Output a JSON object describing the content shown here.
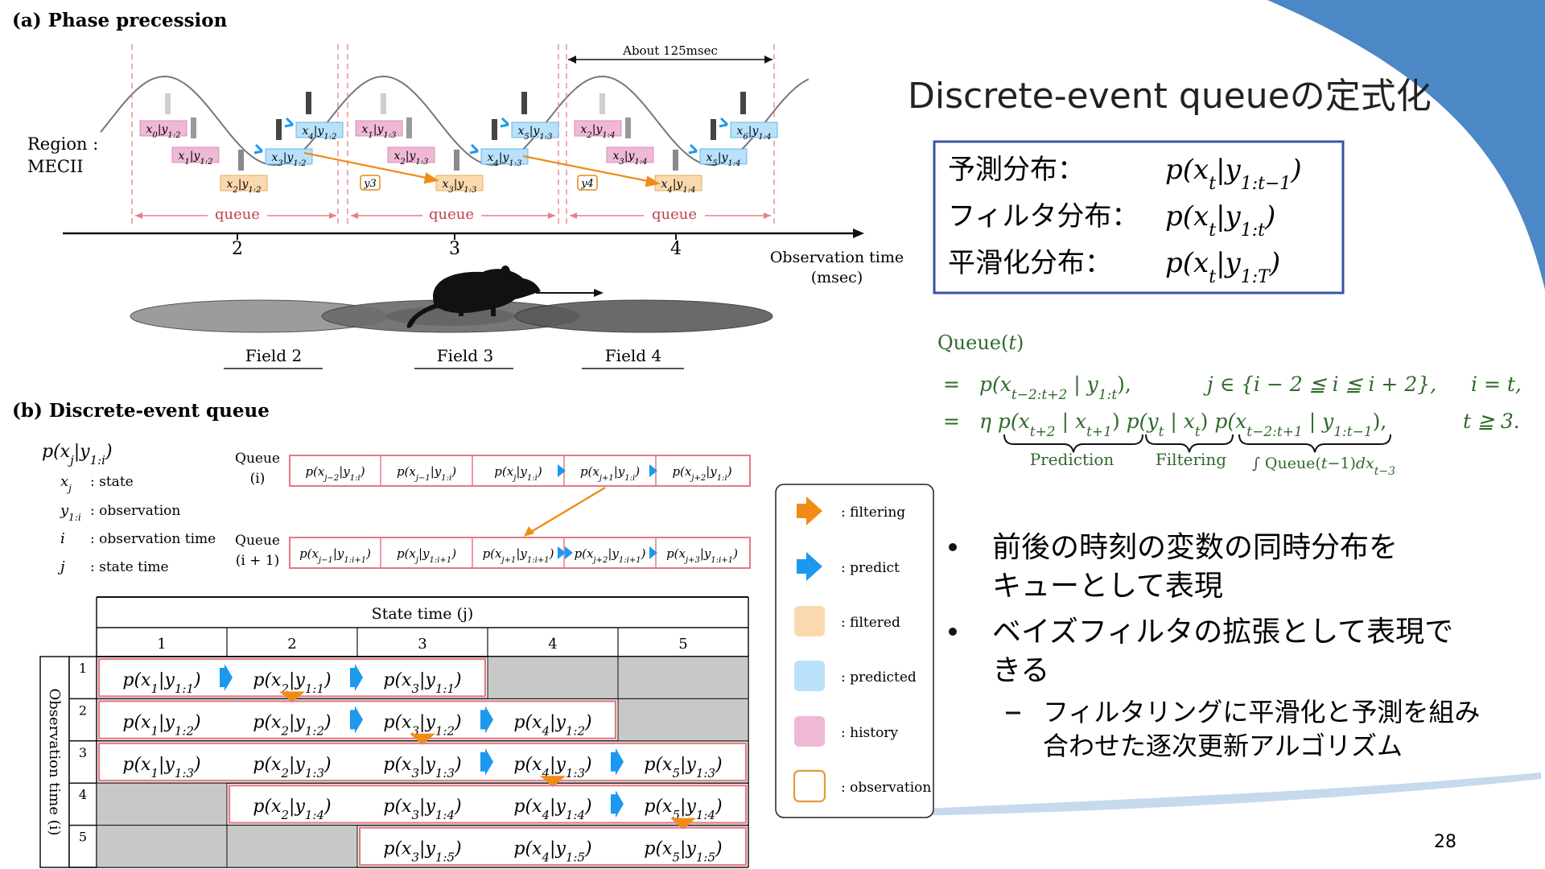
{
  "page": {
    "number": "28"
  },
  "colors": {
    "filtered": "#fbd9b0",
    "filtered_stroke": "#e79a3a",
    "predicted": "#b9e1fa",
    "predicted_stroke": "#48a9e6",
    "history": "#efb9d6",
    "history_stroke": "#d27aa7",
    "orange_arrow": "#f08c16",
    "blue_arrow": "#1c98ee",
    "queue_outline": "#e27a85",
    "title_box": "#3554a6",
    "accent": "#4c87c6",
    "formula_green": "#2f6a2a"
  },
  "slide": {
    "title": "Discrete-event queueの定式化",
    "box": {
      "rows": [
        {
          "label": "予測分布：",
          "formula": "p(x_t|y_{1:t−1})"
        },
        {
          "label": "フィルタ分布：",
          "formula": "p(x_t|y_{1:t})"
        },
        {
          "label": "平滑化分布：",
          "formula": "p(x_t|y_{1:T})"
        }
      ]
    },
    "bullets": [
      {
        "lines": [
          "前後の時刻の変数の同時分布を",
          "キューとして表現"
        ]
      },
      {
        "lines": [
          "ベイズフィルタの拡張として表現で",
          "きる"
        ]
      }
    ],
    "sub_bullet": {
      "lines": [
        "フィルタリングに平滑化と予測を組み",
        "合わせた逐次更新アルゴリズム"
      ]
    }
  },
  "formula": {
    "head": "Queue(t)",
    "line1": "=   p(x_{t−2:t+2} | y_{1:t}),",
    "line1_cond": "j ∈ {i − 2 ≦ i ≦ i + 2},",
    "line1_i": "i = t,",
    "line2": "=   η p(x_{t+2} | x_{t+1}) p(y_t | x_t) p(x_{t−2:t+1} | y_{1:t−1}),",
    "line2_t": "t ≧ 3.",
    "braces": [
      "Prediction",
      "Filtering",
      "∫ Queue(t−1)dx_{t−3}"
    ]
  },
  "panel_a": {
    "title": "(a) Phase precession",
    "region_label": [
      "Region :",
      "MECII"
    ],
    "about": "About 125msec",
    "queue_label": "queue",
    "ticks": [
      "2",
      "3",
      "4"
    ],
    "axis_label": [
      "Observation time",
      "(msec)"
    ],
    "fields": [
      "Field 2",
      "Field 3",
      "Field 4"
    ],
    "obs_labels": [
      "y3",
      "y4"
    ],
    "groups": [
      {
        "labels": [
          {
            "t": "x0|y1:2",
            "k": "history"
          },
          {
            "t": "x1|y1:2",
            "k": "history"
          },
          {
            "t": "x2|y1:2",
            "k": "filtered"
          },
          {
            "t": "x3|y1:2",
            "k": "predicted"
          },
          {
            "t": "x4|y1:2",
            "k": "predicted"
          }
        ]
      },
      {
        "labels": [
          {
            "t": "x1|y1:3",
            "k": "history"
          },
          {
            "t": "x2|y1:3",
            "k": "history"
          },
          {
            "t": "x3|y1:3",
            "k": "filtered"
          },
          {
            "t": "x4|y1:3",
            "k": "predicted"
          },
          {
            "t": "x5|y1:3",
            "k": "predicted"
          }
        ]
      },
      {
        "labels": [
          {
            "t": "x2|y1:4",
            "k": "history"
          },
          {
            "t": "x3|y1:4",
            "k": "history"
          },
          {
            "t": "x4|y1:4",
            "k": "filtered"
          },
          {
            "t": "x5|y1:4",
            "k": "predicted"
          },
          {
            "t": "x6|y1:4",
            "k": "predicted"
          }
        ]
      }
    ]
  },
  "panel_b": {
    "title": "(b) Discrete-event queue",
    "notation_head": "p(x_j|y_{1:i})",
    "legend_vars": [
      {
        "sym": "x_j",
        "desc": ": state"
      },
      {
        "sym": "y_{1:i}",
        "desc": ": observation"
      },
      {
        "sym": "i",
        "desc": ": observation time"
      },
      {
        "sym": "j",
        "desc": ": state time"
      }
    ],
    "queue_rows": [
      {
        "label": [
          "Queue",
          "(i)"
        ],
        "cells": [
          "p(x_{j−2}|y_{1:i})",
          "p(x_{j−1}|y_{1:i})",
          "p(x_j|y_{1:i})",
          "p(x_{j+1}|y_{1:i})",
          "p(x_{j+2}|y_{1:i})"
        ]
      },
      {
        "label": [
          "Queue",
          "(i + 1)"
        ],
        "cells": [
          "p(x_{j−1}|y_{1:i+1})",
          "p(x_j|y_{1:i+1})",
          "p(x_{j+1}|y_{1:i+1})",
          "p(x_{j+2}|y_{1:i+1})",
          "p(x_{j+3}|y_{1:i+1})"
        ]
      }
    ],
    "table": {
      "col_header": "State time (j)",
      "row_header": "Observation time (i)",
      "cols": [
        "1",
        "2",
        "3",
        "4",
        "5"
      ],
      "rows": [
        {
          "i": "1",
          "cells": [
            "p(x1|y1:1)",
            "p(x2|y1:1)",
            "p(x3|y1:1)",
            "",
            ""
          ]
        },
        {
          "i": "2",
          "cells": [
            "p(x1|y1:2)",
            "p(x2|y1:2)",
            "p(x3|y1:2)",
            "p(x4|y1:2)",
            ""
          ]
        },
        {
          "i": "3",
          "cells": [
            "p(x1|y1:3)",
            "p(x2|y1:3)",
            "p(x3|y1:3)",
            "p(x4|y1:3)",
            "p(x5|y1:3)"
          ]
        },
        {
          "i": "4",
          "cells": [
            "",
            "p(x2|y1:4)",
            "p(x3|y1:4)",
            "p(x4|y1:4)",
            "p(x5|y1:4)"
          ]
        },
        {
          "i": "5",
          "cells": [
            "",
            "",
            "p(x3|y1:5)",
            "p(x4|y1:5)",
            "p(x5|y1:5)"
          ]
        }
      ]
    },
    "legend": [
      {
        "kind": "orange-arrow",
        "label": ": filtering"
      },
      {
        "kind": "blue-arrow",
        "label": ": predict"
      },
      {
        "kind": "filtered",
        "label": ": filtered"
      },
      {
        "kind": "predicted",
        "label": ": predicted"
      },
      {
        "kind": "history",
        "label": ": history"
      },
      {
        "kind": "observation",
        "label": ": observation"
      }
    ]
  }
}
